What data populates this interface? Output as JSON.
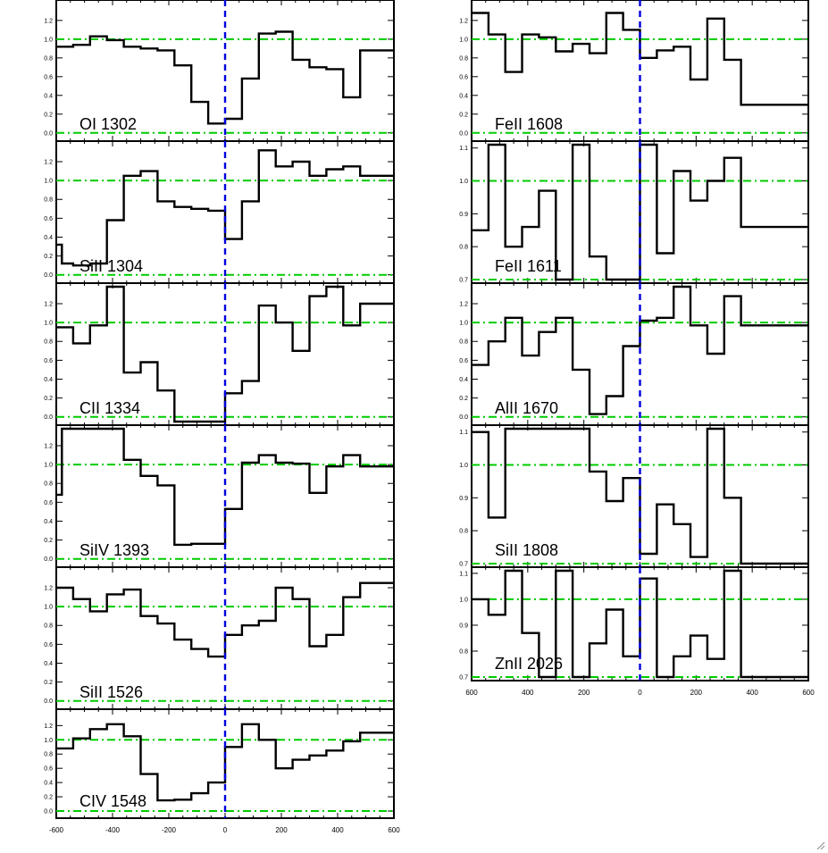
{
  "window": {
    "resize_grip_icon": "resize-grip-icon"
  },
  "colors": {
    "line": "#000000",
    "continuum": "#00cc00",
    "zero_velocity": "#0000dd"
  },
  "chart_data": [
    {
      "type": "line",
      "label": "OI 1302",
      "ylim": [
        -0.05,
        1.38
      ],
      "yticks": [
        0.0,
        0.2,
        0.4,
        0.6,
        0.8,
        1.0,
        1.2
      ],
      "ytick_labels": [
        "0.0",
        "0.2",
        "0.4",
        "0.6",
        "0.8",
        "1.0",
        "1.2"
      ],
      "continuum_levels": [
        1.0,
        0.0
      ],
      "x": [
        -600,
        -540,
        -480,
        -420,
        -360,
        -300,
        -240,
        -180,
        -120,
        -60,
        0,
        60,
        120,
        180,
        240,
        300,
        360,
        420,
        480,
        540
      ],
      "y": [
        0.92,
        0.94,
        1.03,
        0.99,
        0.92,
        0.9,
        0.88,
        0.72,
        0.33,
        0.1,
        0.15,
        0.58,
        1.06,
        1.08,
        0.78,
        0.7,
        0.68,
        0.38,
        0.88,
        0.88
      ]
    },
    {
      "type": "line",
      "label": "SiII 1304",
      "ylim": [
        -0.05,
        1.38
      ],
      "yticks": [
        0.0,
        0.2,
        0.4,
        0.6,
        0.8,
        1.0,
        1.2
      ],
      "ytick_labels": [
        "0.0",
        "0.2",
        "0.4",
        "0.6",
        "0.8",
        "1.0",
        "1.2"
      ],
      "continuum_levels": [
        1.0,
        0.0
      ],
      "x": [
        -600,
        -580,
        -540,
        -480,
        -420,
        -360,
        -300,
        -240,
        -180,
        -120,
        -60,
        0,
        60,
        120,
        180,
        240,
        300,
        360,
        420,
        480,
        540,
        580
      ],
      "y": [
        0.32,
        0.12,
        0.1,
        0.12,
        0.58,
        1.05,
        1.1,
        0.78,
        0.72,
        0.7,
        0.68,
        0.38,
        0.78,
        1.32,
        1.15,
        1.2,
        1.05,
        1.12,
        1.15,
        1.05,
        1.05,
        1.05
      ]
    },
    {
      "type": "line",
      "label": "CII 1334",
      "ylim": [
        -0.05,
        1.38
      ],
      "yticks": [
        0.0,
        0.2,
        0.4,
        0.6,
        0.8,
        1.0,
        1.2
      ],
      "ytick_labels": [
        "0.0",
        "0.2",
        "0.4",
        "0.6",
        "0.8",
        "1.0",
        "1.2"
      ],
      "continuum_levels": [
        1.0,
        0.0
      ],
      "x": [
        -600,
        -540,
        -480,
        -420,
        -360,
        -300,
        -240,
        -180,
        -120,
        -60,
        0,
        60,
        120,
        180,
        240,
        300,
        360,
        420,
        480,
        540,
        580
      ],
      "y": [
        0.95,
        0.78,
        0.97,
        1.38,
        0.47,
        0.58,
        0.28,
        -0.05,
        -0.05,
        -0.05,
        0.25,
        0.38,
        1.18,
        1.0,
        0.7,
        1.28,
        1.38,
        0.97,
        1.2,
        1.2,
        1.2
      ]
    },
    {
      "type": "line",
      "label": "SiIV 1393",
      "ylim": [
        -0.05,
        1.38
      ],
      "yticks": [
        0.0,
        0.2,
        0.4,
        0.6,
        0.8,
        1.0,
        1.2
      ],
      "ytick_labels": [
        "0.0",
        "0.2",
        "0.4",
        "0.6",
        "0.8",
        "1.0",
        "1.2"
      ],
      "continuum_levels": [
        1.0,
        0.0
      ],
      "x": [
        -600,
        -580,
        -540,
        -480,
        -420,
        -360,
        -300,
        -240,
        -180,
        -120,
        -60,
        0,
        60,
        120,
        180,
        240,
        300,
        360,
        420,
        480,
        540,
        580
      ],
      "y": [
        0.68,
        1.38,
        1.38,
        1.38,
        1.38,
        1.05,
        0.88,
        0.78,
        0.15,
        0.16,
        0.16,
        0.53,
        1.02,
        1.1,
        1.02,
        1.01,
        0.7,
        0.98,
        1.1,
        0.98,
        0.98,
        0.98
      ]
    },
    {
      "type": "line",
      "label": "SiII 1526",
      "ylim": [
        -0.05,
        1.38
      ],
      "yticks": [
        0.0,
        0.2,
        0.4,
        0.6,
        0.8,
        1.0,
        1.2
      ],
      "ytick_labels": [
        "0.0",
        "0.2",
        "0.4",
        "0.6",
        "0.8",
        "1.0",
        "1.2"
      ],
      "continuum_levels": [
        1.0,
        0.0
      ],
      "x": [
        -600,
        -540,
        -480,
        -420,
        -360,
        -300,
        -240,
        -180,
        -120,
        -60,
        0,
        60,
        120,
        180,
        240,
        300,
        360,
        420,
        480,
        540,
        580
      ],
      "y": [
        1.2,
        1.08,
        0.95,
        1.13,
        1.18,
        0.9,
        0.82,
        0.65,
        0.55,
        0.47,
        0.7,
        0.8,
        0.85,
        1.2,
        1.08,
        0.58,
        0.7,
        1.1,
        1.25,
        1.25,
        1.25
      ]
    },
    {
      "type": "line",
      "label": "CIV 1548",
      "ylim": [
        -0.05,
        1.38
      ],
      "yticks": [
        0.0,
        0.2,
        0.4,
        0.6,
        0.8,
        1.0,
        1.2
      ],
      "ytick_labels": [
        "0.0",
        "0.2",
        "0.4",
        "0.6",
        "0.8",
        "1.0",
        "1.2"
      ],
      "continuum_levels": [
        1.0,
        0.0
      ],
      "x": [
        -600,
        -540,
        -480,
        -420,
        -360,
        -300,
        -240,
        -180,
        -120,
        -60,
        0,
        60,
        120,
        180,
        240,
        300,
        360,
        420,
        480,
        540,
        580
      ],
      "y": [
        0.88,
        1.02,
        1.15,
        1.22,
        1.05,
        0.52,
        0.15,
        0.16,
        0.25,
        0.4,
        0.9,
        1.22,
        1.0,
        0.6,
        0.72,
        0.78,
        0.85,
        0.98,
        1.1,
        1.1,
        1.1
      ]
    },
    {
      "type": "line",
      "label": "FeII 1608",
      "ylim": [
        -0.05,
        1.38
      ],
      "yticks": [
        0.0,
        0.2,
        0.4,
        0.6,
        0.8,
        1.0,
        1.2
      ],
      "ytick_labels": [
        "0.0",
        "0.2",
        "0.4",
        "0.6",
        "0.8",
        "1.0",
        "1.2"
      ],
      "continuum_levels": [
        1.0,
        0.0
      ],
      "x": [
        -600,
        -540,
        -480,
        -420,
        -360,
        -300,
        -240,
        -180,
        -120,
        -60,
        0,
        60,
        120,
        180,
        240,
        300,
        360,
        420,
        480,
        540,
        580
      ],
      "y": [
        1.28,
        1.05,
        0.65,
        1.05,
        1.02,
        0.87,
        0.95,
        0.85,
        1.28,
        1.1,
        0.8,
        0.88,
        0.92,
        0.57,
        1.22,
        0.78,
        0.3,
        0.3,
        0.3,
        0.3,
        0.3
      ]
    },
    {
      "type": "line",
      "label": "FeII 1611",
      "ylim": [
        0.7,
        1.11
      ],
      "yticks": [
        0.7,
        0.8,
        0.9,
        1.0,
        1.1
      ],
      "ytick_labels": [
        "0.7",
        "0.8",
        "0.9",
        "1.0",
        "1.1"
      ],
      "continuum_levels": [
        1.0,
        0.7
      ],
      "x": [
        -600,
        -540,
        -480,
        -420,
        -360,
        -300,
        -240,
        -180,
        -120,
        -60,
        0,
        60,
        120,
        180,
        240,
        300,
        360,
        420,
        480,
        540,
        580
      ],
      "y": [
        0.85,
        1.11,
        0.8,
        0.86,
        0.97,
        0.7,
        1.11,
        0.77,
        0.7,
        0.7,
        1.11,
        0.78,
        1.03,
        0.94,
        1.0,
        1.07,
        0.86,
        0.86,
        0.86,
        0.86,
        0.86
      ]
    },
    {
      "type": "line",
      "label": "AlII 1670",
      "ylim": [
        -0.05,
        1.38
      ],
      "yticks": [
        0.0,
        0.2,
        0.4,
        0.6,
        0.8,
        1.0,
        1.2
      ],
      "ytick_labels": [
        "0.0",
        "0.2",
        "0.4",
        "0.6",
        "0.8",
        "1.0",
        "1.2"
      ],
      "continuum_levels": [
        1.0,
        0.0
      ],
      "x": [
        -600,
        -540,
        -480,
        -420,
        -360,
        -300,
        -240,
        -180,
        -120,
        -60,
        0,
        60,
        120,
        180,
        240,
        300,
        360,
        420,
        480,
        540,
        580
      ],
      "y": [
        0.55,
        0.8,
        1.05,
        0.65,
        0.9,
        1.05,
        0.5,
        0.03,
        0.22,
        0.75,
        1.02,
        1.05,
        1.38,
        0.97,
        0.67,
        1.28,
        0.97,
        0.97,
        0.97,
        0.97,
        0.97
      ]
    },
    {
      "type": "line",
      "label": "SiII 1808",
      "ylim": [
        0.7,
        1.11
      ],
      "yticks": [
        0.7,
        0.8,
        0.9,
        1.0,
        1.1
      ],
      "ytick_labels": [
        "0.7",
        "0.8",
        "0.9",
        "1.0",
        "1.1"
      ],
      "continuum_levels": [
        1.0,
        0.7
      ],
      "x": [
        -600,
        -540,
        -480,
        -420,
        -360,
        -300,
        -240,
        -180,
        -120,
        -60,
        0,
        60,
        120,
        180,
        240,
        300,
        360,
        420,
        480,
        540,
        580
      ],
      "y": [
        1.1,
        0.84,
        1.11,
        1.11,
        1.11,
        1.11,
        1.11,
        0.98,
        0.89,
        0.96,
        0.73,
        0.88,
        0.82,
        0.72,
        1.11,
        0.9,
        0.7,
        0.7,
        0.7,
        0.7,
        0.7
      ]
    },
    {
      "type": "line",
      "label": "ZnII 2026",
      "ylim": [
        0.7,
        1.11
      ],
      "yticks": [
        0.7,
        0.8,
        0.9,
        1.0,
        1.1
      ],
      "ytick_labels": [
        "0.7",
        "0.8",
        "0.9",
        "1.0",
        "1.1"
      ],
      "continuum_levels": [
        1.0,
        0.7
      ],
      "x": [
        -600,
        -540,
        -480,
        -420,
        -360,
        -300,
        -240,
        -180,
        -120,
        -60,
        0,
        60,
        120,
        180,
        240,
        300,
        360,
        420,
        480,
        540,
        580
      ],
      "y": [
        1.0,
        0.94,
        1.11,
        0.87,
        0.7,
        1.11,
        0.7,
        0.83,
        0.96,
        0.78,
        1.08,
        0.7,
        0.78,
        0.86,
        0.77,
        1.11,
        0.7,
        0.7,
        0.7,
        0.7,
        0.7
      ]
    }
  ],
  "x_axis": {
    "xlim": [
      -600,
      600
    ],
    "ticks": [
      -600,
      -400,
      -200,
      0,
      200,
      400,
      600
    ],
    "left_column_tick_labels": [
      "-600",
      "-400",
      "-200",
      "0",
      "200",
      "400",
      "600"
    ],
    "right_column_tick_labels": [
      "600",
      "400",
      "200",
      "0",
      "200",
      "400",
      "600"
    ]
  }
}
